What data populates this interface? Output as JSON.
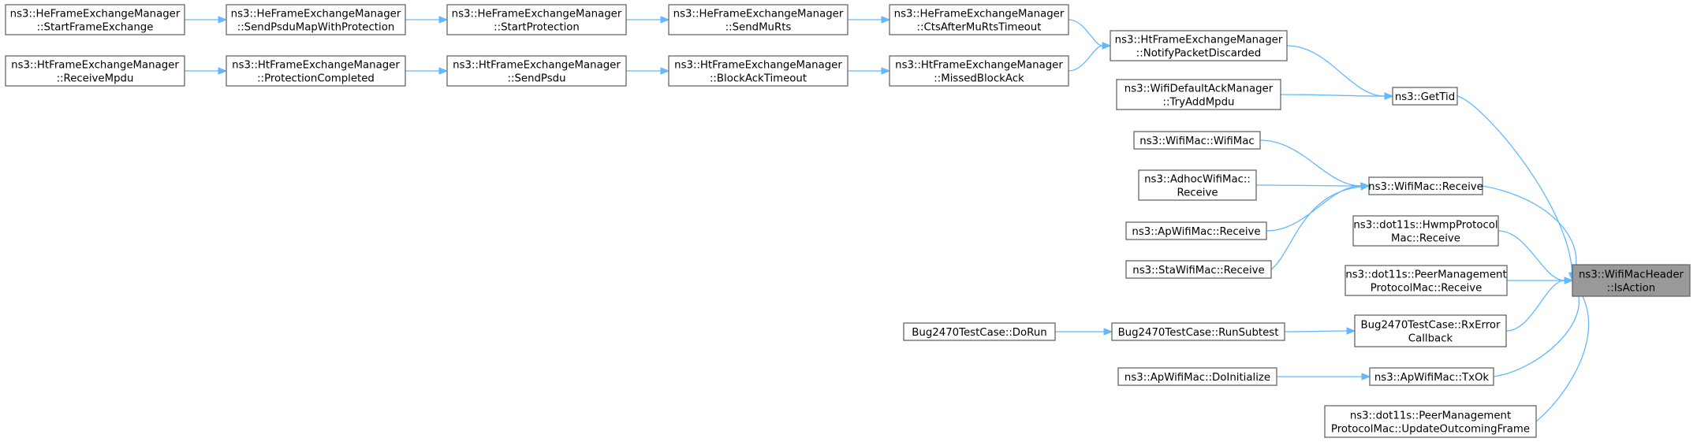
{
  "colors": {
    "node_border": "#666666",
    "node_fill": "#ffffff",
    "highlight_fill": "#999999",
    "edge": "#63b8ff"
  },
  "nodes": [
    {
      "id": "he_startframe",
      "lines": [
        "ns3::HeFrameExchangeManager",
        "::StartFrameExchange"
      ]
    },
    {
      "id": "he_sendpsdumap",
      "lines": [
        "ns3::HeFrameExchangeManager",
        "::SendPsduMapWithProtection"
      ]
    },
    {
      "id": "he_startprot",
      "lines": [
        "ns3::HeFrameExchangeManager",
        "::StartProtection"
      ]
    },
    {
      "id": "he_sendmurts",
      "lines": [
        "ns3::HeFrameExchangeManager",
        "::SendMuRts"
      ]
    },
    {
      "id": "he_ctsafter",
      "lines": [
        "ns3::HeFrameExchangeManager",
        "::CtsAfterMuRtsTimeout"
      ]
    },
    {
      "id": "ht_notify",
      "lines": [
        "ns3::HtFrameExchangeManager",
        "::NotifyPacketDiscarded"
      ]
    },
    {
      "id": "ht_receivempdu",
      "lines": [
        "ns3::HtFrameExchangeManager",
        "::ReceiveMpdu"
      ]
    },
    {
      "id": "ht_protcompleted",
      "lines": [
        "ns3::HtFrameExchangeManager",
        "::ProtectionCompleted"
      ]
    },
    {
      "id": "ht_sendpsdu",
      "lines": [
        "ns3::HtFrameExchangeManager",
        "::SendPsdu"
      ]
    },
    {
      "id": "ht_blockack",
      "lines": [
        "ns3::HtFrameExchangeManager",
        "::BlockAckTimeout"
      ]
    },
    {
      "id": "ht_missed",
      "lines": [
        "ns3::HtFrameExchangeManager",
        "::MissedBlockAck"
      ]
    },
    {
      "id": "wifidefault",
      "lines": [
        "ns3::WifiDefaultAckManager",
        "::TryAddMpdu"
      ]
    },
    {
      "id": "gettid",
      "lines": [
        "ns3::GetTid"
      ]
    },
    {
      "id": "wifimac_ctor",
      "lines": [
        "ns3::WifiMac::WifiMac"
      ]
    },
    {
      "id": "adhoc_receive",
      "lines": [
        "ns3::AdhocWifiMac::",
        "Receive"
      ]
    },
    {
      "id": "ap_receive",
      "lines": [
        "ns3::ApWifiMac::Receive"
      ]
    },
    {
      "id": "sta_receive",
      "lines": [
        "ns3::StaWifiMac::Receive"
      ]
    },
    {
      "id": "wifimac_receive",
      "lines": [
        "ns3::WifiMac::Receive"
      ]
    },
    {
      "id": "hwmp_receive",
      "lines": [
        "ns3::dot11s::HwmpProtocol",
        "Mac::Receive"
      ]
    },
    {
      "id": "peer_receive",
      "lines": [
        "ns3::dot11s::PeerManagement",
        "ProtocolMac::Receive"
      ]
    },
    {
      "id": "bug_dorun",
      "lines": [
        "Bug2470TestCase::DoRun"
      ]
    },
    {
      "id": "bug_runsubtest",
      "lines": [
        "Bug2470TestCase::RunSubtest"
      ]
    },
    {
      "id": "bug_rxerror",
      "lines": [
        "Bug2470TestCase::RxError",
        "Callback"
      ]
    },
    {
      "id": "ap_doinit",
      "lines": [
        "ns3::ApWifiMac::DoInitialize"
      ]
    },
    {
      "id": "ap_txok",
      "lines": [
        "ns3::ApWifiMac::TxOk"
      ]
    },
    {
      "id": "peer_update",
      "lines": [
        "ns3::dot11s::PeerManagement",
        "ProtocolMac::UpdateOutcomingFrame"
      ]
    },
    {
      "id": "isaction",
      "lines": [
        "ns3::WifiMacHeader",
        "::IsAction"
      ],
      "highlight": true
    }
  ],
  "edges": [
    [
      "he_startframe",
      "he_sendpsdumap"
    ],
    [
      "he_sendpsdumap",
      "he_startprot"
    ],
    [
      "he_startprot",
      "he_sendmurts"
    ],
    [
      "he_sendmurts",
      "he_ctsafter"
    ],
    [
      "he_ctsafter",
      "ht_notify"
    ],
    [
      "ht_receivempdu",
      "ht_protcompleted"
    ],
    [
      "ht_protcompleted",
      "ht_sendpsdu"
    ],
    [
      "ht_sendpsdu",
      "ht_blockack"
    ],
    [
      "ht_blockack",
      "ht_missed"
    ],
    [
      "ht_missed",
      "ht_notify"
    ],
    [
      "ht_notify",
      "gettid"
    ],
    [
      "wifidefault",
      "gettid"
    ],
    [
      "gettid",
      "isaction"
    ],
    [
      "wifimac_ctor",
      "wifimac_receive"
    ],
    [
      "adhoc_receive",
      "wifimac_receive"
    ],
    [
      "ap_receive",
      "wifimac_receive"
    ],
    [
      "sta_receive",
      "wifimac_receive"
    ],
    [
      "wifimac_receive",
      "isaction"
    ],
    [
      "hwmp_receive",
      "isaction"
    ],
    [
      "peer_receive",
      "isaction"
    ],
    [
      "bug_dorun",
      "bug_runsubtest"
    ],
    [
      "bug_runsubtest",
      "bug_rxerror"
    ],
    [
      "bug_rxerror",
      "isaction"
    ],
    [
      "ap_doinit",
      "ap_txok"
    ],
    [
      "ap_txok",
      "isaction"
    ],
    [
      "peer_update",
      "isaction"
    ]
  ]
}
